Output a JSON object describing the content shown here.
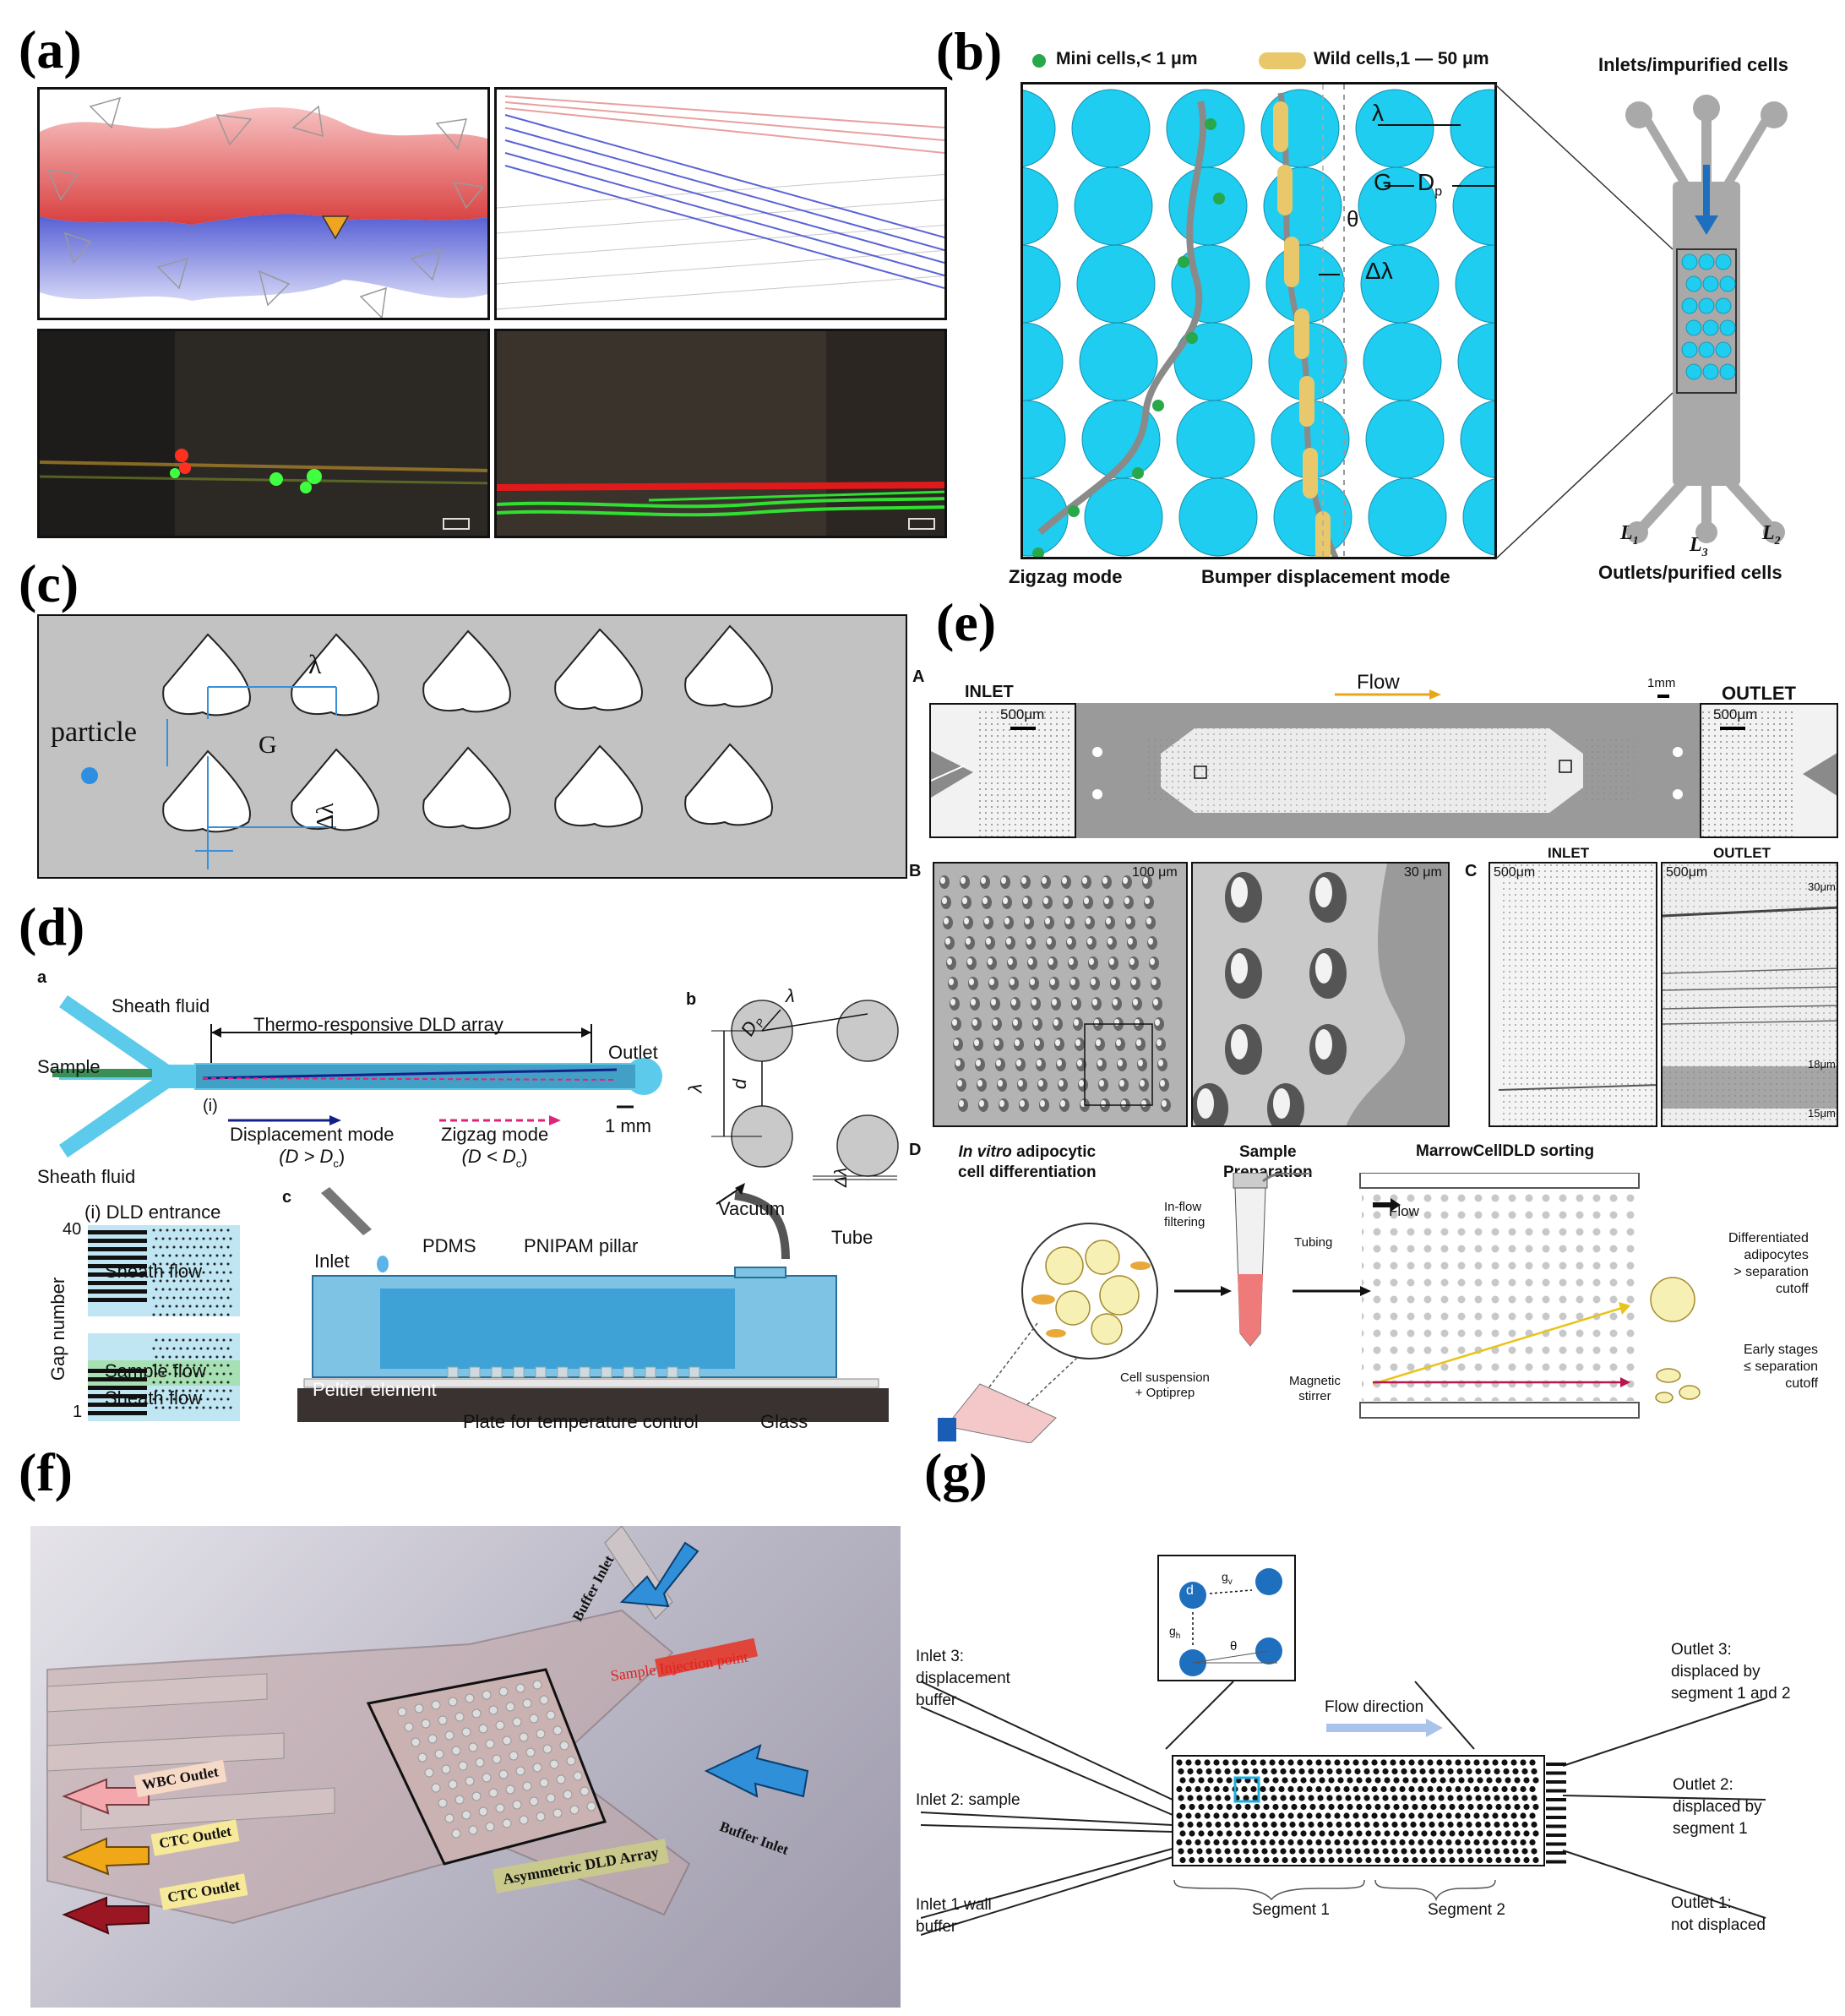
{
  "panels": {
    "a": {
      "label": "(a)"
    },
    "b": {
      "label": "(b)",
      "legend_mini": "Mini cells,< 1 μm",
      "legend_wild": "Wild cells,1 — 50 μm",
      "lambda": "λ",
      "gap": "G",
      "dp": "D",
      "dp_sub": "p",
      "theta": "θ",
      "dlambda": "Δλ",
      "zigzag": "Zigzag mode",
      "bumper": "Bumper displacement mode",
      "inlets": "Inlets/impurified cells",
      "outlets": "Outlets/purified cells",
      "l1": "L",
      "l1_sub": "1",
      "l2": "L",
      "l2_sub": "2",
      "l3": "L",
      "l3_sub": "3"
    },
    "c": {
      "label": "(c)",
      "particle": "particle",
      "lambda": "λ",
      "gap": "G",
      "dlambda": "Δλ"
    },
    "d": {
      "label": "(d)",
      "sub_a": "a",
      "sub_b": "b",
      "sub_c": "c",
      "sheath_top": "Sheath fluid",
      "sample": "Sample",
      "sheath_bottom": "Sheath fluid",
      "array": "Thermo-responsive DLD array",
      "outlet": "Outlet",
      "i_marker": "(i)",
      "displacement": "Displacement mode",
      "displacement_cond": "(D > D",
      "zigzag": "Zigzag  mode",
      "zigzag_cond": "(D < D",
      "scale": "1 mm",
      "entrance": "(i) DLD entrance",
      "gap_number": "Gap number",
      "gap_max": "40",
      "gap_min": "1",
      "sheath_flow": "Sheath flow",
      "sample_flow": "Sample flow",
      "inlet": "Inlet",
      "pdms": "PDMS",
      "pillar": "PNIPAM pillar",
      "vacuum": "Vacuum",
      "tube": "Tube",
      "peltier": "Peltier element",
      "plate": "Plate for temperature control",
      "glass": "Glass",
      "b_lambda": "λ",
      "b_dp": "D",
      "b_d": "d",
      "b_lambda_v": "λ",
      "b_dlambda": "Δλ"
    },
    "e": {
      "label": "(e)",
      "sub_A": "A",
      "sub_B": "B",
      "sub_C": "C",
      "sub_D": "D",
      "inlet": "INLET",
      "outlet": "OUTLET",
      "flow": "Flow",
      "s500a": "500μm",
      "s1mm": "1mm",
      "s500b": "500μm",
      "s100": "100 μm",
      "s30": "30 μm",
      "c_inlet": "INLET",
      "c_outlet": "OUTLET",
      "c_s1": "500μm",
      "c_s2": "500μm",
      "c_30": "30μm",
      "c_18": "18μm",
      "c_15": "15μm",
      "d_invitro_1": "In vitro",
      "d_invitro_2": " adipocytic",
      "d_invitro_3": "cell differentiation",
      "d_sample_1": "Sample",
      "d_sample_2": "Preparation",
      "d_sort": "MarrowCellDLD sorting",
      "d_inflow": "In-flow",
      "d_filter": "filtering",
      "d_tubing": "Tubing",
      "d_flow": "Flow",
      "d_cellsusp": "Cell suspension",
      "d_optiprep": "+ Optiprep",
      "d_magnetic": "Magnetic",
      "d_stirrer": "stirrer",
      "d_diff_1": "Differentiated",
      "d_diff_2": "adipocytes",
      "d_diff_3": "> separation",
      "d_diff_4": "cutoff",
      "d_early_1": "Early stages",
      "d_early_2": "≤ separation",
      "d_early_3": "cutoff"
    },
    "f": {
      "label": "(f)",
      "buffer_inlet_top": "Buffer Inlet",
      "sample_injection": "Sample Injection point",
      "wbc": "WBC Outlet",
      "ctc1": "CTC Outlet",
      "ctc2": "CTC Outlet",
      "buffer_inlet_bottom": "Buffer Inlet",
      "array": "Asymmetric DLD Array"
    },
    "g": {
      "label": "(g)",
      "inset_d": "d",
      "inset_gv": "g",
      "inset_gv_sub": "v",
      "inset_gh": "g",
      "inset_gh_sub": "h",
      "inset_theta": "θ",
      "flow": "Flow direction",
      "inlet3_1": "Inlet 3:",
      "inlet3_2": "displacement",
      "inlet3_3": "buffer",
      "inlet2": "Inlet 2: sample",
      "inlet1_1": "Inlet 1  wall",
      "inlet1_2": "buffer",
      "outlet3_1": "Outlet 3:",
      "outlet3_2": "displaced by",
      "outlet3_3": "segment 1 and 2",
      "outlet2_1": "Outlet 2:",
      "outlet2_2": "displaced by",
      "outlet2_3": "segment 1",
      "outlet1_1": "Outlet 1:",
      "outlet1_2": "not displaced",
      "seg1": "Segment 1",
      "seg2": "Segment 2"
    }
  },
  "colors": {
    "pillar_cyan": "#1ecdf0",
    "wild_cell": "#e8c86a",
    "mini_cell": "#27a84a",
    "gray_channel": "#b8b8b8",
    "blue_arrow": "#1f6fbf"
  }
}
